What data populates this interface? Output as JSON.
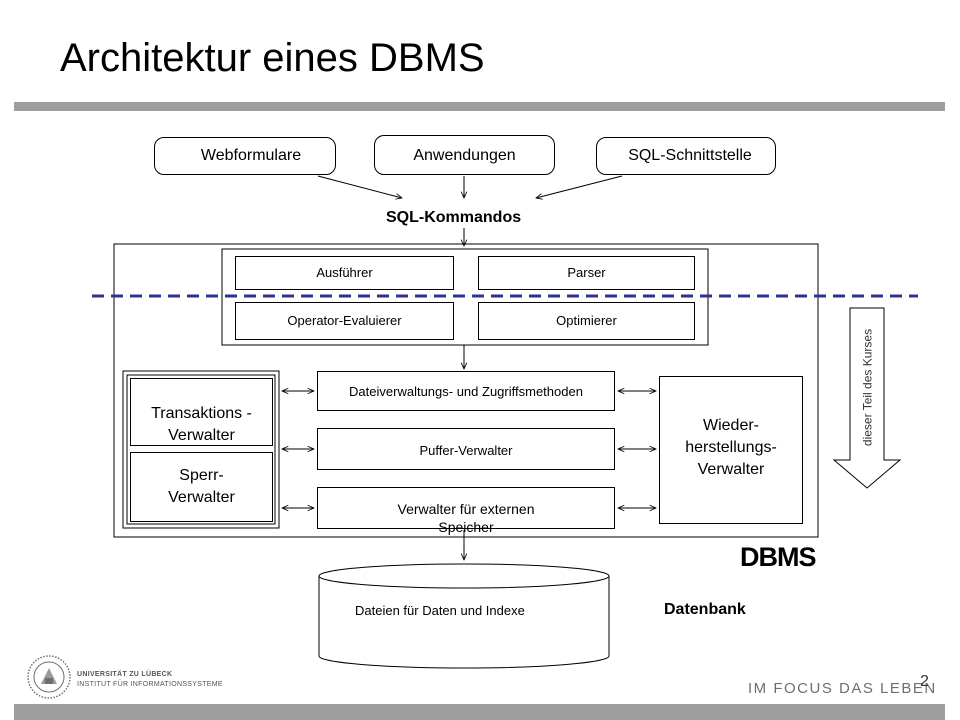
{
  "title": "Architektur eines DBMS",
  "clients": [
    {
      "label": "Webformulare"
    },
    {
      "label": "Anwendungen"
    },
    {
      "label": "SQL-Schnittstelle"
    }
  ],
  "sql_commands_label": "SQL-Kommandos",
  "query_processing": {
    "executor": "Ausführer",
    "parser": "Parser",
    "operator_evaluator": "Operator-Evaluierer",
    "optimizer": "Optimierer"
  },
  "storage_layers": {
    "file_access": "Dateiverwaltungs- und Zugriffsmethoden",
    "buffer_manager": "Puffer-Verwalter",
    "disk_manager": "Verwalter für externen Speicher"
  },
  "transaction_manager": "Transaktions - Verwalter",
  "lock_manager": "Sperr- Verwalter",
  "recovery_manager": "Wieder- herstellungs- Verwalter",
  "dbms_label": "DBMS",
  "database": {
    "files_label": "Dateien für Daten und Indexe",
    "label": "Datenbank"
  },
  "course_note": "dieser Teil des Kurses",
  "footer": {
    "university_line1": "UNIVERSITÄT ZU LÜBECK",
    "university_line2": "INSTITUT FÜR INFORMATIONSSYSTEME",
    "slogan": "IM FOCUS DAS LEBEN",
    "page_number": "2"
  },
  "colors": {
    "dashed_line": "#2e3192",
    "rule_gray": "#9e9e9e",
    "logo_gray": "#6f6f6f"
  }
}
